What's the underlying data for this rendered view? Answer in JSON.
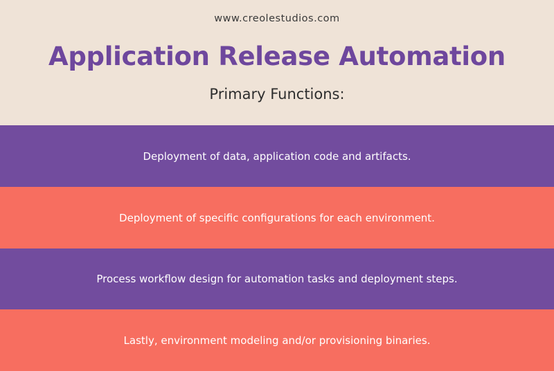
{
  "header": {
    "site_url": "www.creolestudios.com",
    "title": "Application Release Automation",
    "subtitle": "Primary Functions:"
  },
  "functions": [
    {
      "text": "Deployment of data, application code and artifacts.",
      "color": "#724c9e"
    },
    {
      "text": "Deployment of specific configurations for each environment.",
      "color": "#f76e60"
    },
    {
      "text": "Process workflow design for automation tasks and deployment steps.",
      "color": "#724c9e"
    },
    {
      "text": "Lastly, environment modeling and/or provisioning binaries.",
      "color": "#f76e60"
    }
  ],
  "colors": {
    "background": "#efe3d7",
    "title": "#6e479d",
    "purple": "#724c9e",
    "coral": "#f76e60"
  }
}
